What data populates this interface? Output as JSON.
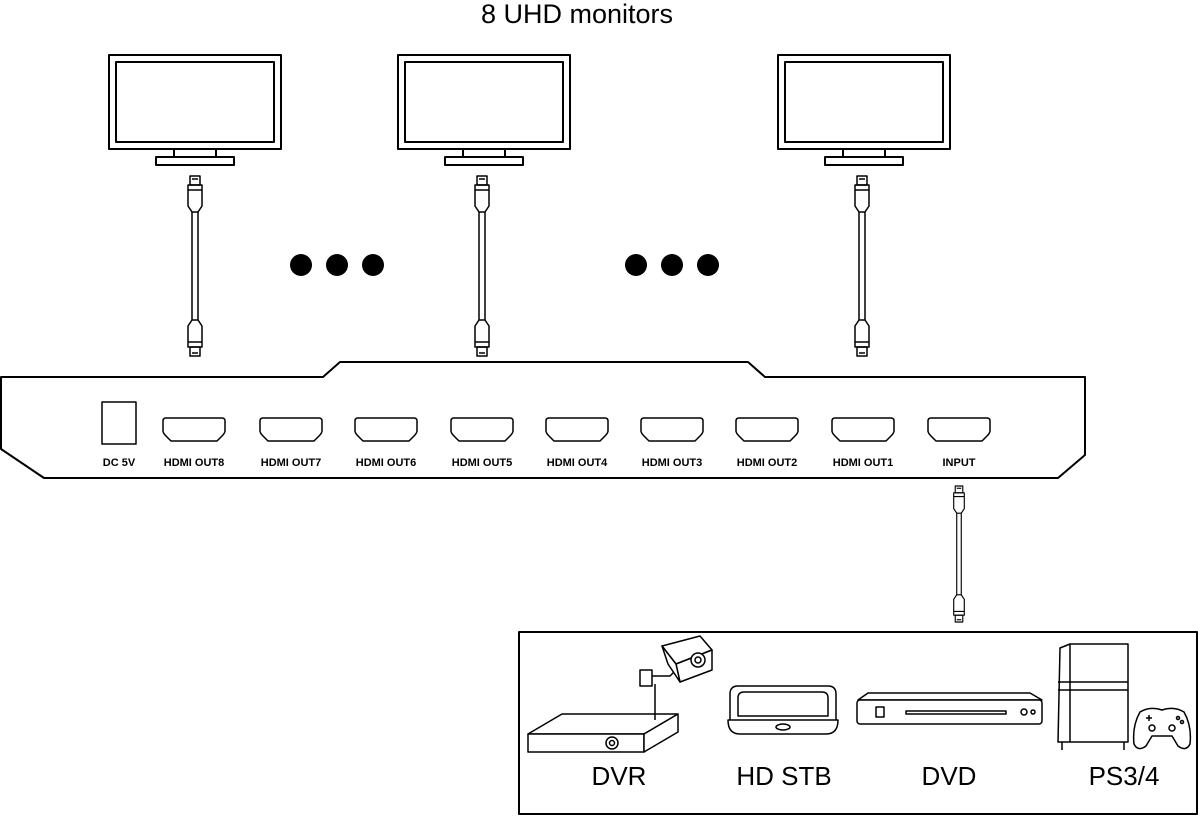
{
  "title": "8 UHD monitors",
  "splitter": {
    "ports": [
      {
        "label": "DC 5V",
        "kind": "power"
      },
      {
        "label": "HDMI OUT8",
        "kind": "hdmi"
      },
      {
        "label": "HDMI OUT7",
        "kind": "hdmi"
      },
      {
        "label": "HDMI OUT6",
        "kind": "hdmi"
      },
      {
        "label": "HDMI OUT5",
        "kind": "hdmi"
      },
      {
        "label": "HDMI OUT4",
        "kind": "hdmi"
      },
      {
        "label": "HDMI OUT3",
        "kind": "hdmi"
      },
      {
        "label": "HDMI OUT2",
        "kind": "hdmi"
      },
      {
        "label": "HDMI OUT1",
        "kind": "hdmi"
      },
      {
        "label": "INPUT",
        "kind": "hdmi"
      }
    ]
  },
  "monitors_shown": 3,
  "ellipsis_groups": 2,
  "sources": [
    {
      "label": "DVR",
      "icon": "dvr-with-camera-icon"
    },
    {
      "label": "HD STB",
      "icon": "set-top-box-icon"
    },
    {
      "label": "DVD",
      "icon": "dvd-player-icon"
    },
    {
      "label": "PS3/4",
      "icon": "game-console-icon"
    }
  ]
}
